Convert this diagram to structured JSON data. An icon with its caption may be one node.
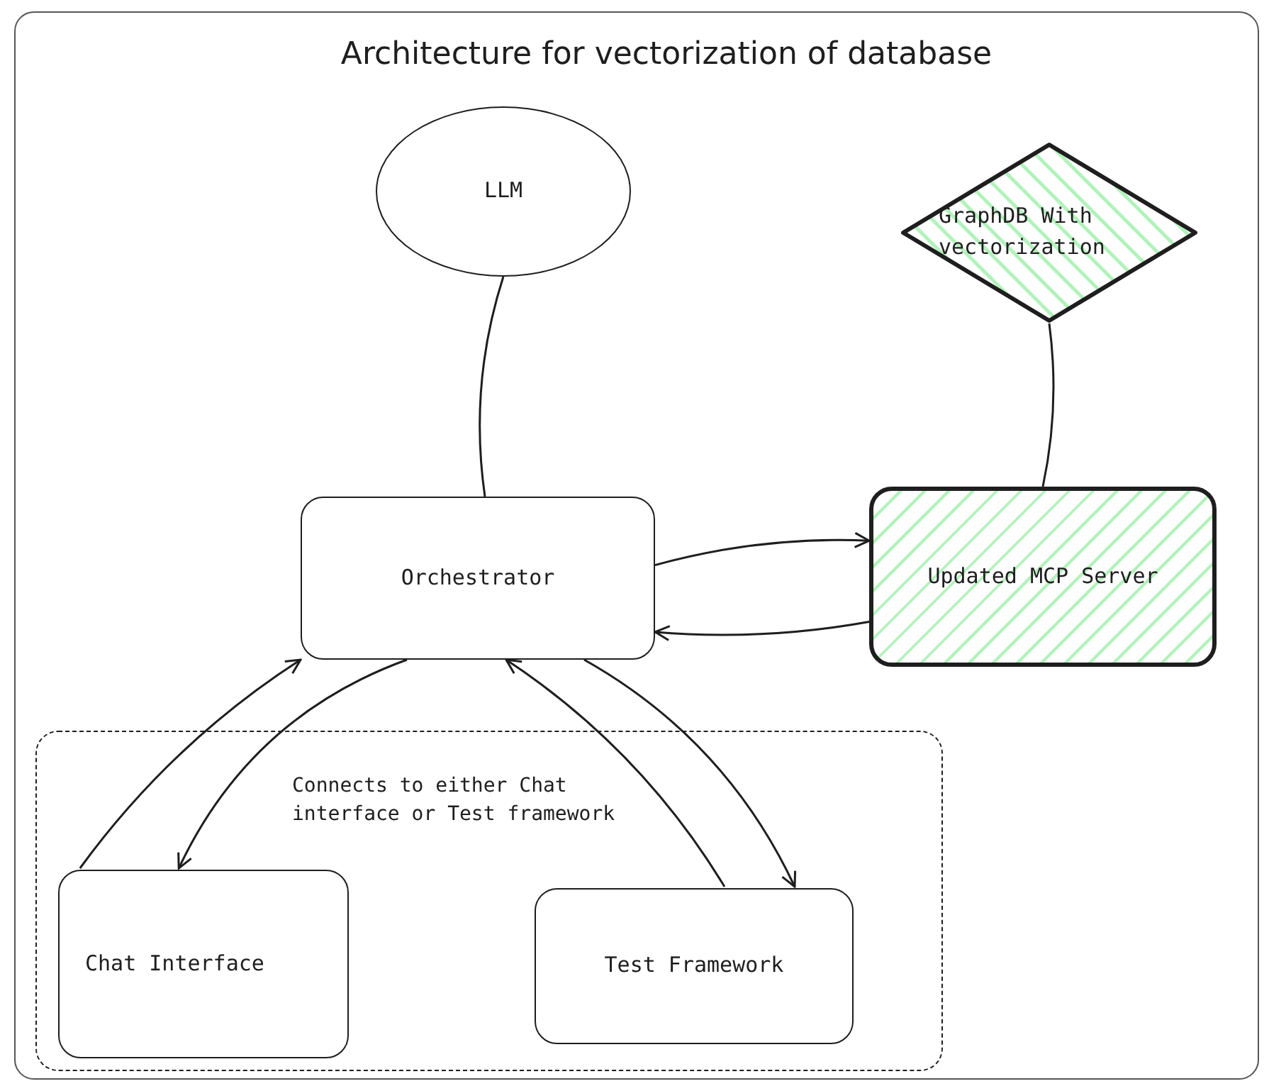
{
  "diagram": {
    "title": "Architecture for vectorization of database",
    "nodes": [
      {
        "text": [
          "LLM"
        ]
      },
      {
        "text": [
          "GraphDB With vectorization"
        ]
      },
      {
        "text": [
          "Orchestrator"
        ]
      },
      {
        "text": [
          "Updated MCP Server"
        ]
      },
      {
        "text": [
          "Connects to either Chat interface or Test framework"
        ]
      },
      {
        "text": [
          "Chat Interface"
        ],
        "in": 4
      },
      {
        "text": [
          "Test Framework"
        ],
        "in": 4
      }
    ],
    "edges": [
      {
        "from": 0,
        "to": 2,
        "arrow": "none"
      },
      {
        "from": 1,
        "to": 3,
        "arrow": "none"
      },
      {
        "from": 2,
        "to": 3,
        "arrow": "to"
      },
      {
        "from": 3,
        "to": 2,
        "arrow": "to"
      },
      {
        "from": 5,
        "to": 2,
        "arrow": "to"
      },
      {
        "from": 2,
        "to": 5,
        "arrow": "to"
      },
      {
        "from": 6,
        "to": 2,
        "arrow": "to"
      },
      {
        "from": 2,
        "to": 6,
        "arrow": "to"
      }
    ]
  }
}
